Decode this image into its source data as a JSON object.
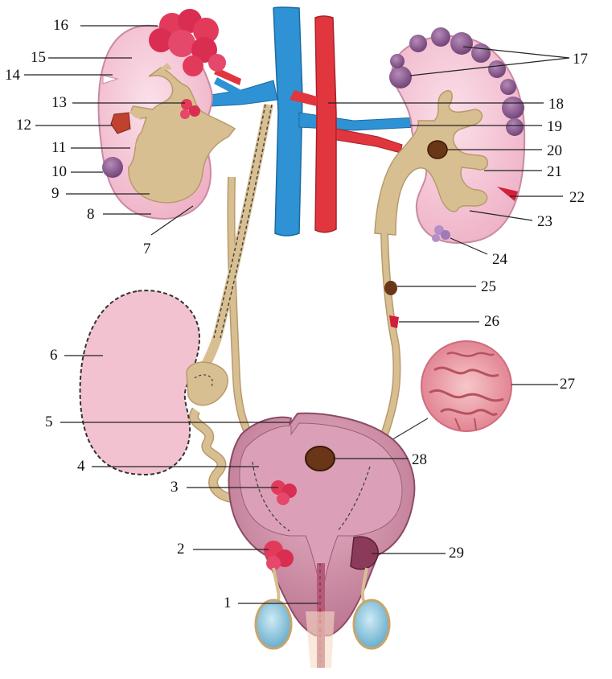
{
  "diagram": {
    "labels": {
      "n1": "1",
      "n2": "2",
      "n3": "3",
      "n4": "4",
      "n5": "5",
      "n6": "6",
      "n7": "7",
      "n8": "8",
      "n9": "9",
      "n10": "10",
      "n11": "11",
      "n12": "12",
      "n13": "13",
      "n14": "14",
      "n15": "15",
      "n16": "16",
      "n17": "17",
      "n18": "18",
      "n19": "19",
      "n20": "20",
      "n21": "21",
      "n22": "22",
      "n23": "23",
      "n24": "24",
      "n25": "25",
      "n26": "26",
      "n27": "27",
      "n28": "28",
      "n29": "29"
    },
    "colors": {
      "kidney": "#f3c2d0",
      "kidney_outline": "#c98aa3",
      "pelvis": "#d8bf92",
      "vein": "#2e92d4",
      "artery": "#e2363e",
      "bladder": "#c47a95",
      "bladder_inner": "#dba0b8",
      "tumor": "#e23a5b",
      "cyst": "#8e5a92",
      "stone": "#6b3518",
      "testis": "#8ec7df",
      "mucosa": "#f0a5ad"
    },
    "icons": [
      "kidney-icon",
      "vein-icon",
      "artery-icon",
      "bladder-icon",
      "stone-icon",
      "tumor-icon",
      "cyst-icon"
    ]
  }
}
